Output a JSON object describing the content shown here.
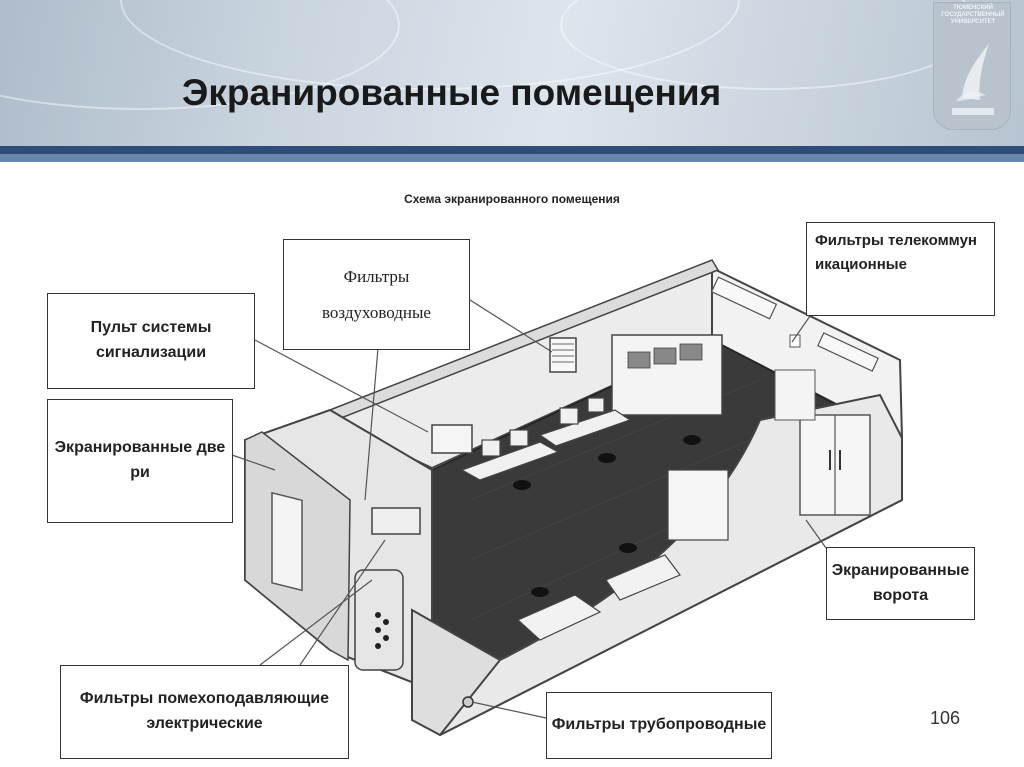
{
  "slide": {
    "title": "Экранированные помещения",
    "subtitle": "Схема экранированного помещения",
    "page_number": "106",
    "logo_text": "ТЮМЕНСКИЙ ГОСУДАРСТВЕННЫЙ УНИВЕРСИТЕТ"
  },
  "labels": {
    "alarm_panel": "Пульт системы сигнализации",
    "air_duct_filters": "Фильтры воздуховодные",
    "telecom_filters": "Фильтры телекоммуникационные",
    "shielded_doors": "Экранированные двери",
    "shielded_gates": "Экранированные ворота",
    "electrical_filters": "Фильтры помехоподавляющие электрические",
    "pipeline_filters": "Фильтры трубопроводные"
  },
  "colors": {
    "band_dark": "#2f4d7a",
    "band_light": "#6a86ad",
    "floor": "#3a3a3a"
  }
}
